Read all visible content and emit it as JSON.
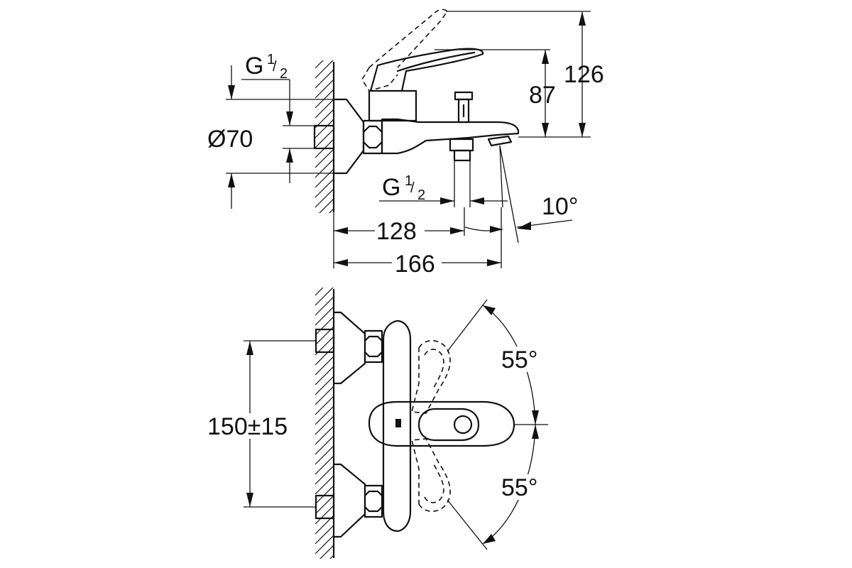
{
  "diagram": {
    "side_view": {
      "inlet_thread_label": {
        "main": "G",
        "num": "1",
        "slash": "/",
        "den": "2"
      },
      "flange_diameter": "Ø70",
      "outlet_thread_label": {
        "main": "G",
        "num": "1",
        "slash": "/",
        "den": "2"
      },
      "dim_total_height": "126",
      "dim_spout_height": "87",
      "dim_outlet_distance": "128",
      "dim_total_projection": "166",
      "spout_angle": "10°"
    },
    "top_view": {
      "dim_connection_spacing": "150±15",
      "lever_rotation_up": "55°",
      "lever_rotation_down": "55°"
    }
  }
}
